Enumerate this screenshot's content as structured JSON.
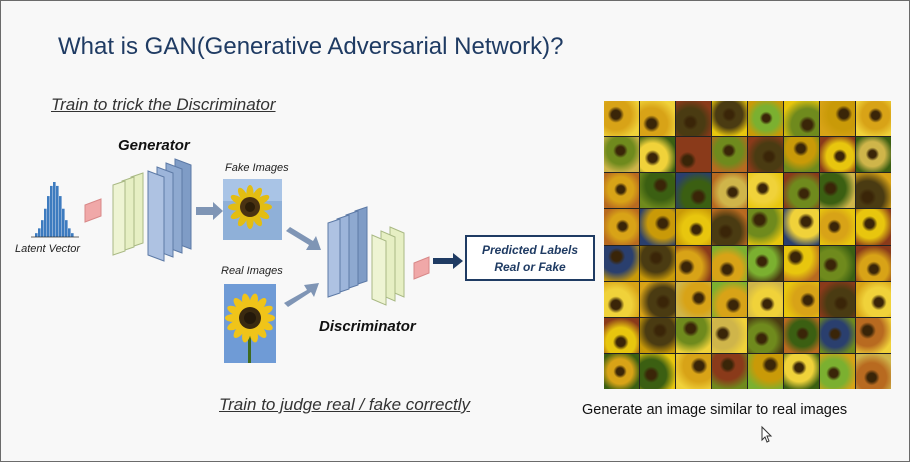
{
  "slide": {
    "title": "What is GAN(Generative Adversarial Network)?",
    "subtitle_top": "Train to trick the Discriminator",
    "subtitle_bottom": "Train to judge real / fake correctly",
    "generator_label": "Generator",
    "discriminator_label": "Discriminator",
    "latent_vector_label": "Latent Vector",
    "fake_images_label": "Fake Images",
    "real_images_label": "Real Images",
    "predicted_line1": "Predicted Labels",
    "predicted_line2": "Real or Fake",
    "caption": "Generate an image similar to real images"
  },
  "colors": {
    "title": "#1f3b63",
    "generator_layers": [
      "#e6efc3",
      "#8ea9d0"
    ],
    "noise_block": "#f0a8a8",
    "arrow": "#7f95b5",
    "output_arrow": "#1f3b63"
  },
  "icons": {
    "latent_vector": "histogram-icon",
    "fake_image": "sunflower-image",
    "real_image": "sunflower-image",
    "cursor": "mouse-cursor-icon"
  },
  "generated_grid": {
    "rows": 8,
    "cols": 8,
    "palette": [
      "#e8c60e",
      "#c99a08",
      "#6f8a1d",
      "#3b5f12",
      "#8a3a1a",
      "#d8a317",
      "#f0d23a",
      "#4a3b12",
      "#7bb030",
      "#2a3f6e",
      "#b86a20",
      "#cfb54a"
    ]
  }
}
